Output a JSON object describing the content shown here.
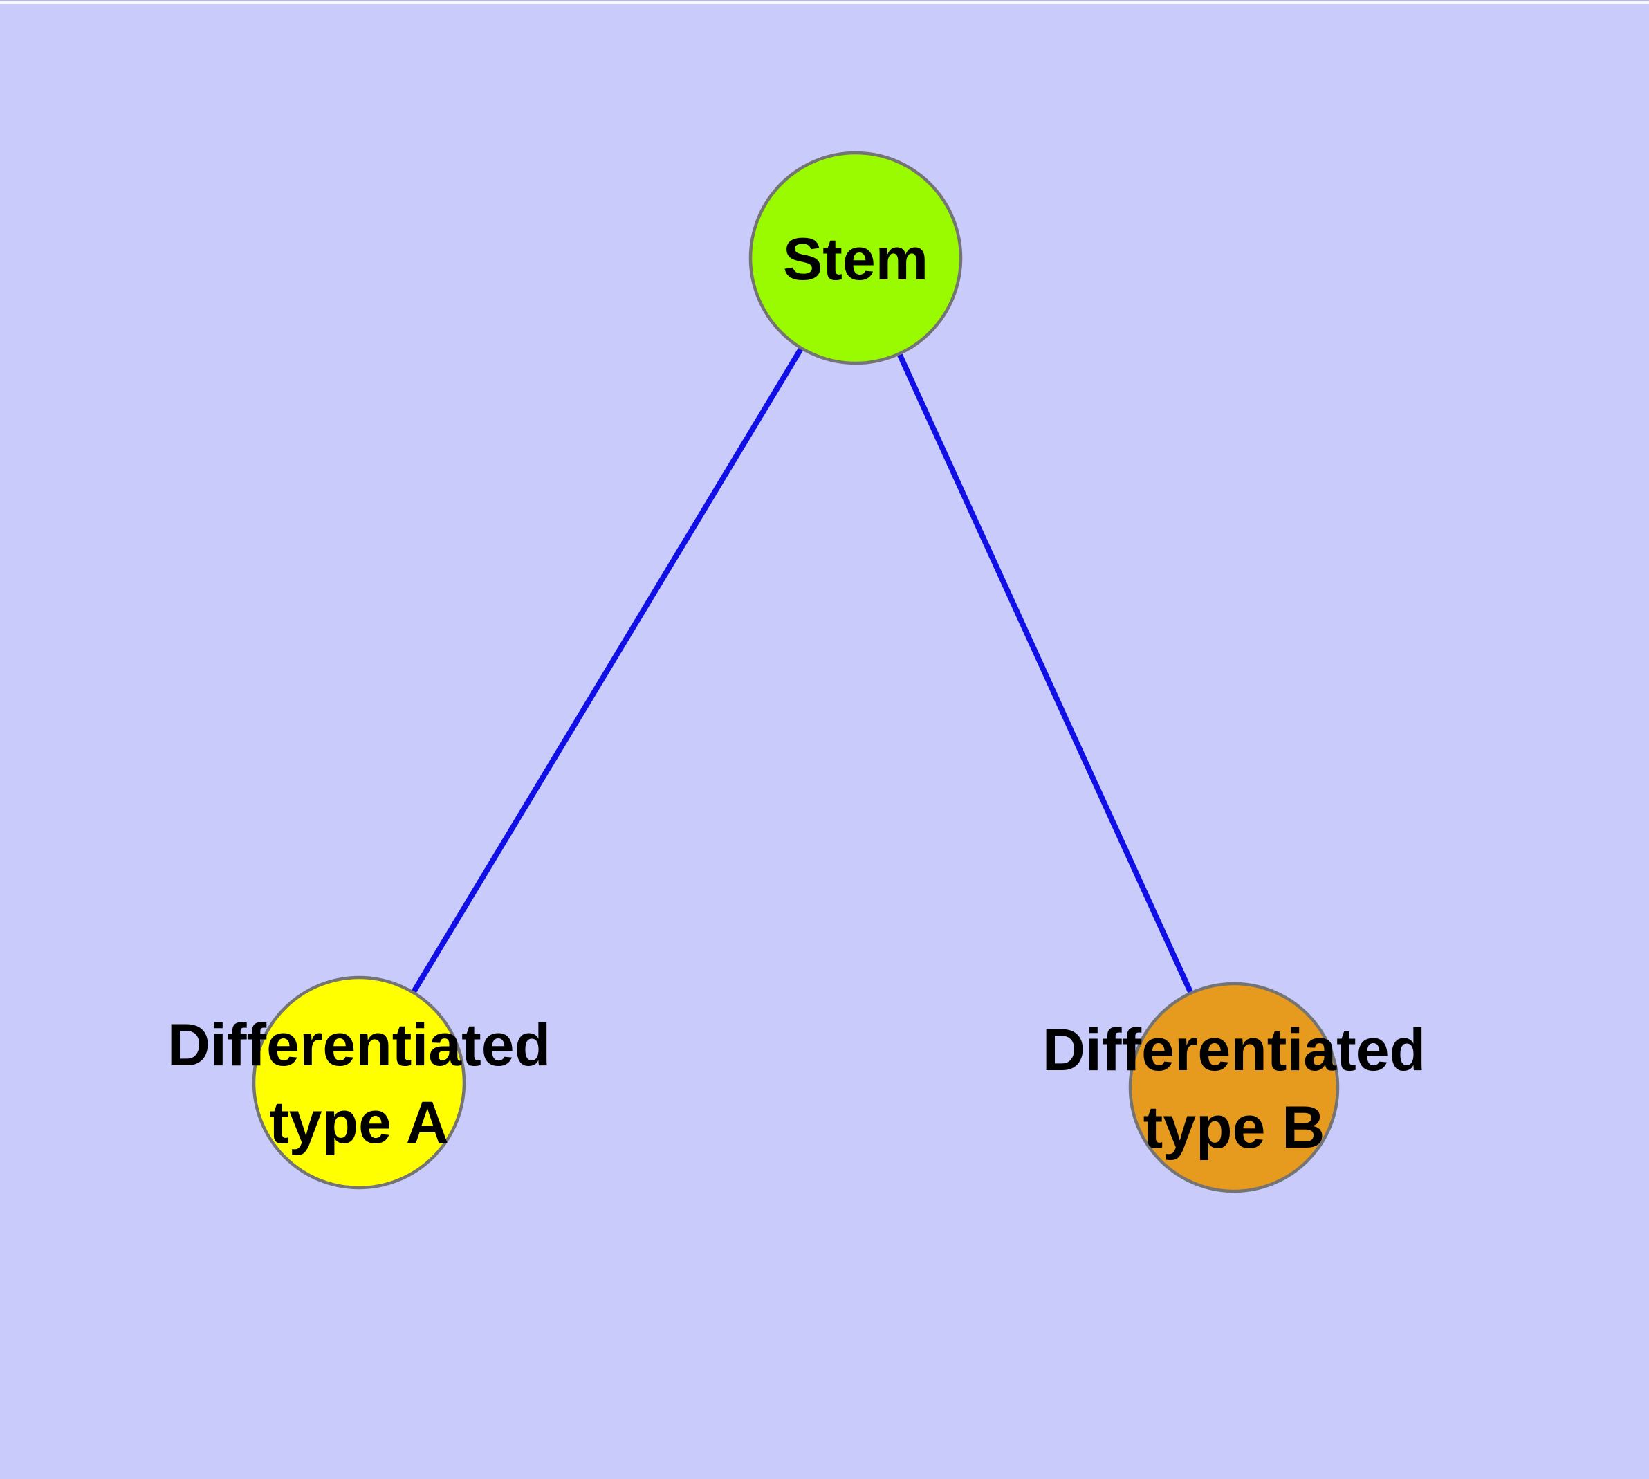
{
  "canvas": {
    "background": "#C9CBFA",
    "top_border_color": "#B9BAD8",
    "top_strip_color": "#F7F7FE"
  },
  "node_style": {
    "border_color": "#747474",
    "text_color": "#000000"
  },
  "edges": {
    "color": "#1010E6"
  },
  "nodes": {
    "stem": {
      "label": "Stem",
      "fill": "#9AFA00"
    },
    "type_a": {
      "line1": "Differentiated",
      "line2": "type A",
      "fill": "#FFFF00"
    },
    "type_b": {
      "line1": "Differentiated",
      "line2": "type B",
      "fill": "#E69B1E"
    }
  }
}
